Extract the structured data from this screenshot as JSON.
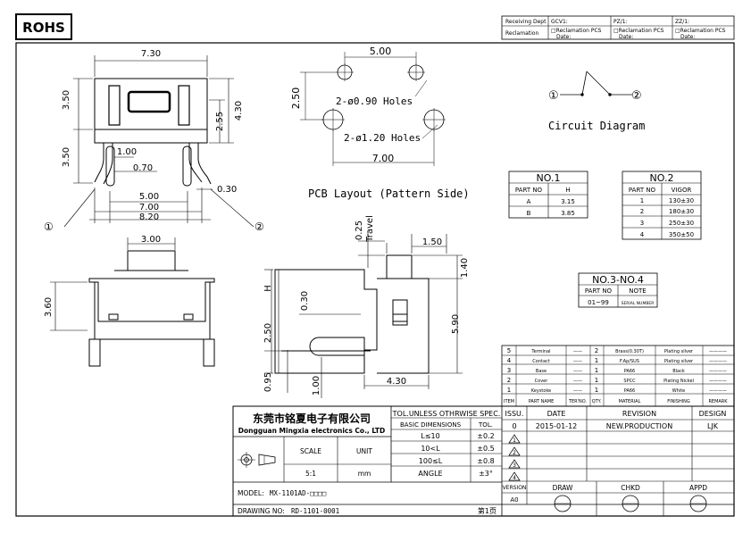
{
  "rohs": "ROHS",
  "header": {
    "receiving_dept": "Receiving Dept",
    "reclamation": "Reclamation",
    "cells": [
      {
        "title": "GCV1:",
        "line1": "□Reclamation  PCS",
        "line2": "Date:"
      },
      {
        "title": "PZ/1:",
        "line1": "□Reclamation  PCS",
        "line2": "Date:"
      },
      {
        "title": "ZZ/1:",
        "line1": "□Reclamation  PCS",
        "line2": "Date:"
      }
    ]
  },
  "dims": {
    "w730": "7.30",
    "h350a": "3.50",
    "h430": "4.30",
    "h255": "2.55",
    "h350b": "3.50",
    "d100": "1.00",
    "d070": "0.70",
    "d500": "5.00",
    "d700": "7.00",
    "d820": "8.20",
    "d030": "0.30",
    "pcb500": "5.00",
    "pcb250": "2.50",
    "pcb700": "7.00",
    "holes090": "2-ø0.90 Holes",
    "holes120": "2-ø1.20 Holes",
    "side300": "3.00",
    "side360": "3.60",
    "t025": "0.25",
    "travel": "Travel",
    "t150": "1.50",
    "t140": "1.40",
    "tH": "H",
    "t030": "0.30",
    "t590": "5.90",
    "t250": "2.50",
    "t095": "0.95",
    "t100": "1.00",
    "t430": "4.30"
  },
  "labels": {
    "pcb_layout": "PCB Layout (Pattern Side)",
    "circuit": "Circuit Diagram",
    "pin1": "①",
    "pin2": "②"
  },
  "no1": {
    "title": "NO.1",
    "headers": [
      "PART NO",
      "H"
    ],
    "rows": [
      [
        "A",
        "3.15"
      ],
      [
        "B",
        "3.85"
      ]
    ]
  },
  "no2": {
    "title": "NO.2",
    "headers": [
      "PART NO",
      "VIGOR"
    ],
    "rows": [
      [
        "1",
        "130±30"
      ],
      [
        "2",
        "180±30"
      ],
      [
        "3",
        "250±30"
      ],
      [
        "4",
        "350±50"
      ]
    ]
  },
  "no34": {
    "title": "NO.3-NO.4",
    "headers": [
      "PART NO",
      "NOTE"
    ],
    "rows": [
      [
        "01~99",
        "SERIAL NUMBER"
      ]
    ]
  },
  "parts": {
    "rows": [
      [
        "5",
        "Terminal",
        "——",
        "2",
        "Brass(0.30T)",
        "Plating silver",
        "————"
      ],
      [
        "4",
        "Contact",
        "——",
        "1",
        "F.Ap/SUS",
        "Plating silver",
        "————"
      ],
      [
        "3",
        "Base",
        "——",
        "1",
        "PA66",
        "Black",
        "————"
      ],
      [
        "2",
        "Cover",
        "——",
        "1",
        "SPCC",
        "Plating Nickel",
        "————"
      ],
      [
        "1",
        "Keystoke",
        "——",
        "1",
        "PA66",
        "White",
        "————"
      ]
    ],
    "headers": [
      "ITEM",
      "PART NAME",
      "TER'NO.",
      "QTY.",
      "MATERIAL",
      "FINISHING",
      "REMARK"
    ]
  },
  "title_block": {
    "company_cn": "东莞市铭夏电子有限公司",
    "company_en": "Dongguan Mingxia electronics Co., LTD",
    "tol_title": "TOL.UNLESS OTHRWISE SPEC.",
    "basic_dim": "BASIC DIMENSIONS",
    "tol": "TOL.",
    "tol_rows": [
      [
        "L≤10",
        "±0.2"
      ],
      [
        "10<L",
        "±0.5"
      ],
      [
        "100≤L",
        "±0.8"
      ],
      [
        "ANGLE",
        "±3°"
      ]
    ],
    "scale_label": "SCALE",
    "unit_label": "UNIT",
    "scale": "5:1",
    "unit": "mm",
    "model_label": "MODEL:",
    "model": "MX-1101AD-□□□□",
    "drawing_no_label": "DRAWING NO:",
    "drawing_no": "RD-1101-0001",
    "page": "第1页",
    "rev_headers": [
      "ISSU.",
      "DATE",
      "REVISION",
      "DESIGN"
    ],
    "rev_rows": [
      [
        "0",
        "2015-01-12",
        "NEW.PRODUCTION",
        "LJK"
      ]
    ],
    "triangles": [
      "1",
      "2",
      "3",
      "4"
    ],
    "version_label": "VERSION",
    "version": "A0",
    "sig_headers": [
      "DRAW",
      "CHKD",
      "APPD"
    ]
  }
}
